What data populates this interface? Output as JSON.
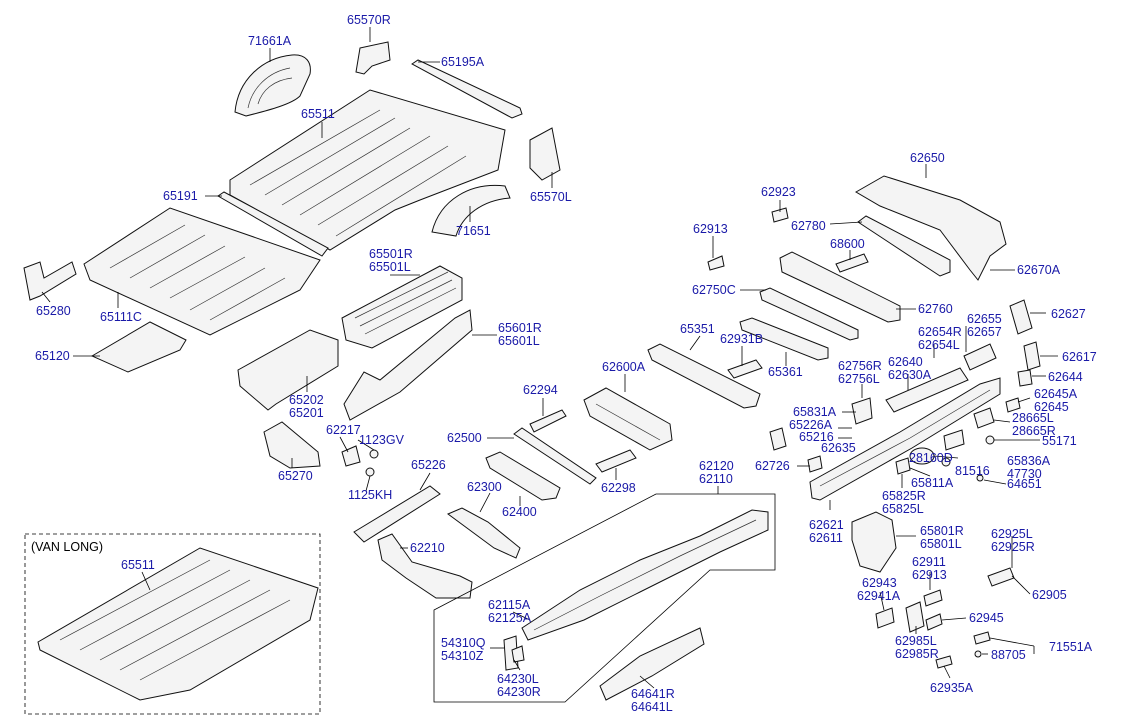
{
  "van_section": {
    "title": "(VAN LONG)",
    "part": "65511"
  },
  "labels": {
    "p71661A": "71661A",
    "p65570R": "65570R",
    "p65195A": "65195A",
    "p65511": "65511",
    "p65191": "65191",
    "p65570L": "65570L",
    "p71651": "71651",
    "p65280": "65280",
    "p65111C": "65111C",
    "p65120": "65120",
    "p65501R": "65501R",
    "p65501L": "65501L",
    "p65601R": "65601R",
    "p65601L": "65601L",
    "p65202": "65202",
    "p65201": "65201",
    "p62217": "62217",
    "p1123GV": "1123GV",
    "p65270": "65270",
    "p1125KH": "1125KH",
    "p65226": "65226",
    "p62210": "62210",
    "p62294": "62294",
    "p62500": "62500",
    "p62600A": "62600A",
    "p62300": "62300",
    "p62400": "62400",
    "p62298": "62298",
    "p62120": "62120",
    "p62110": "62110",
    "p62115A": "62115A",
    "p62125A": "62125A",
    "p54310Q": "54310Q",
    "p54310Z": "54310Z",
    "p64230L": "64230L",
    "p64230R": "64230R",
    "p64641R": "64641R",
    "p64641L": "64641L",
    "p62913a": "62913",
    "p62923": "62923",
    "p62780": "62780",
    "p68600": "68600",
    "p62650": "62650",
    "p62670A": "62670A",
    "p62750C": "62750C",
    "p62760": "62760",
    "p65351": "65351",
    "p62931B": "62931B",
    "p65361": "65361",
    "p62655": "62655",
    "p62657": "62657",
    "p62627": "62627",
    "p62654R": "62654R",
    "p62654L": "62654L",
    "p62617": "62617",
    "p62640": "62640",
    "p62630A": "62630A",
    "p62756R": "62756R",
    "p62756L": "62756L",
    "p62644": "62644",
    "p62645A": "62645A",
    "p62645": "62645",
    "p65831A": "65831A",
    "p65226A": "65226A",
    "p65216": "65216",
    "p62635": "62635",
    "p28665L": "28665L",
    "p28665R": "28665R",
    "p55171": "55171",
    "p62726": "62726",
    "p28160D": "28160D",
    "p65836A": "65836A",
    "p81516": "81516",
    "p47730": "47730",
    "p65811A": "65811A",
    "p64651": "64651",
    "p65825R": "65825R",
    "p65825L": "65825L",
    "p62621": "62621",
    "p62611": "62611",
    "p65801R": "65801R",
    "p65801L": "65801L",
    "p62925L": "62925L",
    "p62925R": "62925R",
    "p62911": "62911",
    "p62913b": "62913",
    "p62943": "62943",
    "p62941A": "62941A",
    "p62905": "62905",
    "p62945": "62945",
    "p62985L": "62985L",
    "p62985R": "62985R",
    "p71551A": "71551A",
    "p88705": "88705",
    "p62935A": "62935A"
  }
}
